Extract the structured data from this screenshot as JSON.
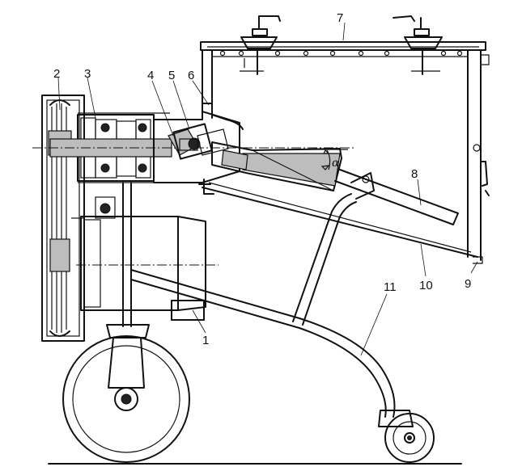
{
  "diagram": {
    "callouts": [
      {
        "id": "c1",
        "text": "1"
      },
      {
        "id": "c2",
        "text": "2"
      },
      {
        "id": "c3",
        "text": "3"
      },
      {
        "id": "c4",
        "text": "4"
      },
      {
        "id": "c5",
        "text": "5"
      },
      {
        "id": "c6",
        "text": "6"
      },
      {
        "id": "c7",
        "text": "7"
      },
      {
        "id": "c8",
        "text": "8"
      },
      {
        "id": "c9",
        "text": "9"
      },
      {
        "id": "c10",
        "text": "10"
      },
      {
        "id": "c11",
        "text": "11"
      }
    ],
    "angle_symbol": "α"
  },
  "colors": {
    "ink": "#111111",
    "paper": "#ffffff",
    "shading": "#bdbdbd"
  }
}
